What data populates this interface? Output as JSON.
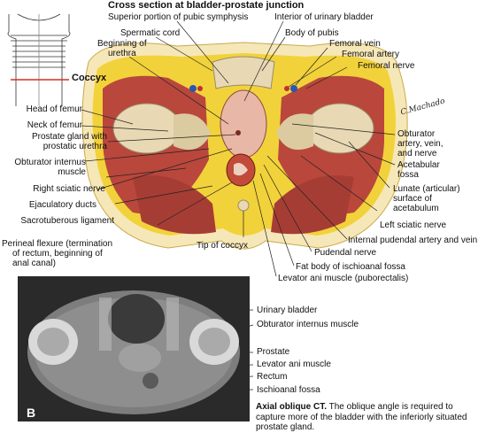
{
  "title": "Cross section at bladder-prostate junction",
  "key": {
    "coccyx_label": "Coccyx"
  },
  "signature": "C.Machado",
  "labels_top": {
    "superior_pubic_symphysis": "Superior portion of pubic symphysis",
    "interior_urinary_bladder": "Interior of urinary bladder",
    "spermatic_cord": "Spermatic cord",
    "body_of_pubis": "Body of pubis",
    "beginning_urethra_1": "Beginning of",
    "beginning_urethra_2": "urethra",
    "femoral_vein": "Femoral vein",
    "femoral_artery": "Femoral artery",
    "femoral_nerve": "Femoral nerve"
  },
  "labels_left": {
    "head_femur": "Head of femur",
    "neck_femur": "Neck of femur",
    "prostate_1": "Prostate gland with",
    "prostate_2": "prostatic urethra",
    "obturator_internus_1": "Obturator internus",
    "obturator_internus_2": "muscle",
    "right_sciatic": "Right sciatic nerve",
    "ejaculatory": "Ejaculatory ducts",
    "sacrotuberous": "Sacrotuberous ligament",
    "perineal_1": "Perineal flexure (termination",
    "perineal_2": "of rectum, beginning of",
    "perineal_3": "anal canal)"
  },
  "labels_right": {
    "obturator_1": "Obturator",
    "obturator_2": "artery, vein,",
    "obturator_3": "and nerve",
    "acetabular_1": "Acetabular",
    "acetabular_2": "fossa",
    "lunate_1": "Lunate (articular)",
    "lunate_2": "surface of",
    "lunate_3": "acetabulum",
    "left_sciatic": "Left sciatic nerve",
    "internal_pudendal": "Internal pudendal artery and vein",
    "pudendal_nerve": "Pudendal nerve",
    "fat_body": "Fat body of ischioanal fossa",
    "levator_ani": "Levator ani muscle (puborectalis)"
  },
  "labels_bottom": {
    "tip_coccyx": "Tip of coccyx"
  },
  "ct": {
    "letter": "B",
    "labels": {
      "urinary_bladder": "Urinary bladder",
      "obturator_internus": "Obturator internus muscle",
      "prostate": "Prostate",
      "levator_ani": "Levator ani muscle",
      "rectum": "Rectum",
      "ischioanal": "Ischioanal fossa"
    },
    "caption_bold": "Axial oblique CT.",
    "caption_text": "The oblique angle is required to capture more of the bladder with the inferiorly situated prostate gland."
  },
  "colors": {
    "fat": "#f2d23a",
    "muscle": "#b9473c",
    "bone": "#e8d9b4",
    "skin": "#f6e7b8",
    "leader": "#222222",
    "coccyx_line": "#d0321e"
  }
}
